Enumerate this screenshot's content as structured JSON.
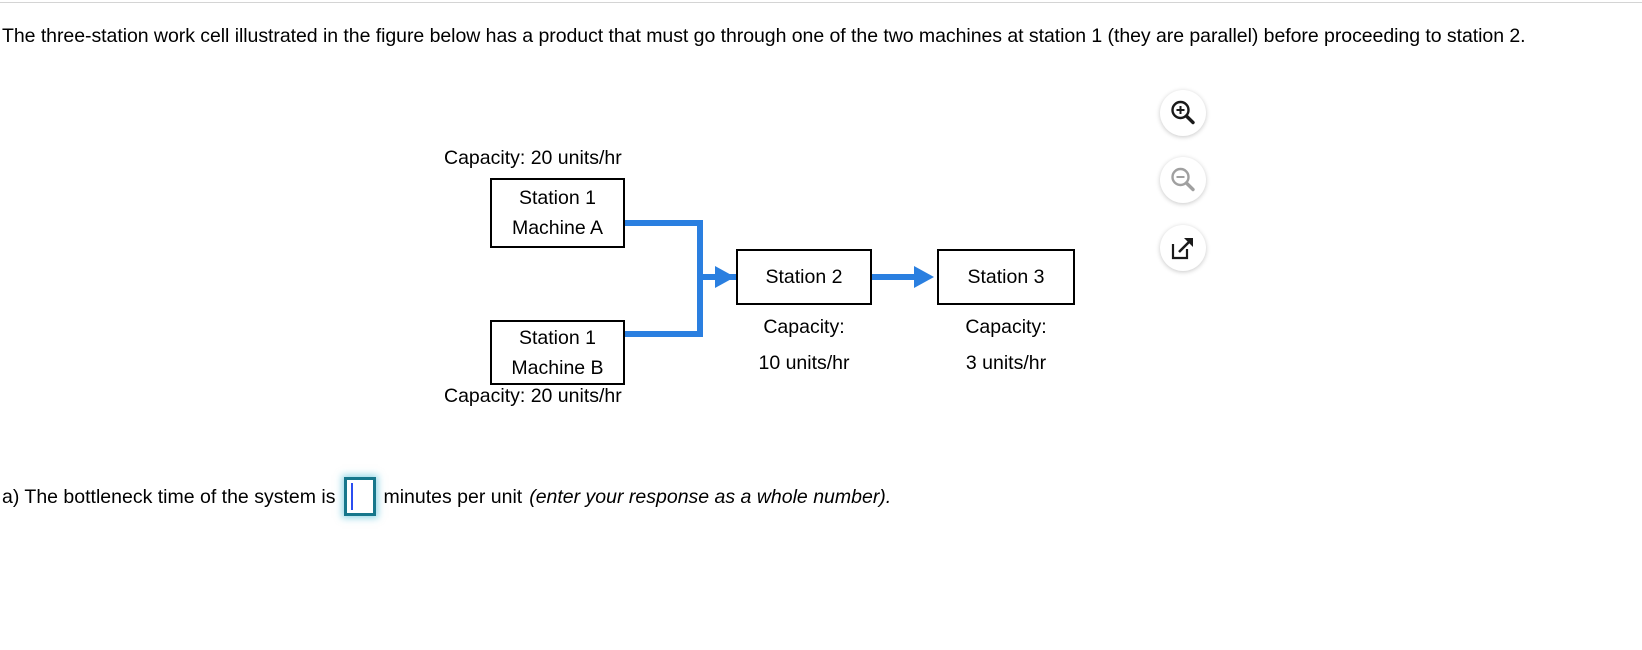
{
  "prompt": {
    "text": "The three-station work cell illustrated in the figure below has a product that must go through one of the two machines at station 1 (they are parallel) before proceeding to station 2."
  },
  "figure": {
    "machine_a": {
      "capacity_label": "Capacity: 20 units/hr",
      "line1": "Station 1",
      "line2": "Machine A"
    },
    "machine_b": {
      "capacity_label": "Capacity: 20 units/hr",
      "line1": "Station 1",
      "line2": "Machine B"
    },
    "station2": {
      "title": "Station 2",
      "capacity_line1": "Capacity:",
      "capacity_line2": "10 units/hr"
    },
    "station3": {
      "title": "Station 3",
      "capacity_line1": "Capacity:",
      "capacity_line2": "3 units/hr"
    },
    "connector_color": "#2a7fe0",
    "box_border_color": "#000000"
  },
  "tools": {
    "zoom_in": "zoom-in-icon",
    "zoom_out": "zoom-out-icon",
    "pop_out": "pop-out-icon",
    "zoom_out_disabled_color": "#9a9a9a",
    "enabled_color": "#1a1a1a"
  },
  "answer": {
    "label_before": "a) The bottleneck time of the system is",
    "input_value": "",
    "label_after": "minutes per unit",
    "hint": "(enter your response as a whole number).",
    "input_border_color": "#17778c",
    "caret_color": "#2b4df0"
  }
}
